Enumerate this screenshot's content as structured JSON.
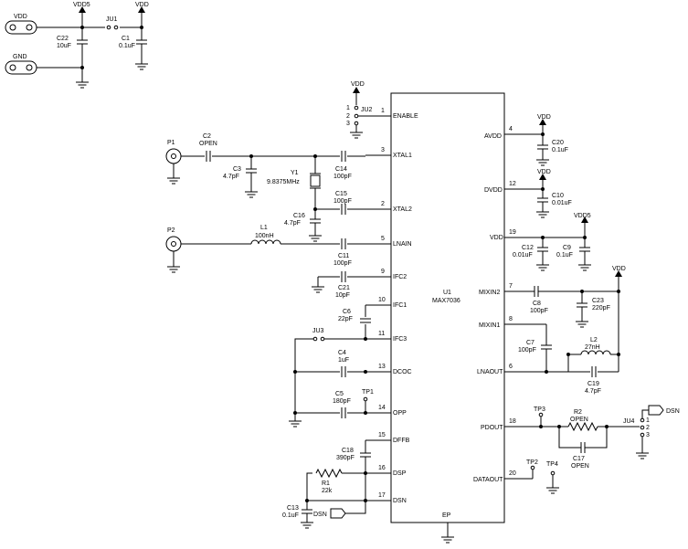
{
  "ic": {
    "ref": "U1",
    "part": "MAX7036",
    "ep": "EP"
  },
  "left_pins": [
    {
      "num": "1",
      "name": "ENABLE"
    },
    {
      "num": "3",
      "name": "XTAL1"
    },
    {
      "num": "2",
      "name": "XTAL2"
    },
    {
      "num": "5",
      "name": "LNAIN"
    },
    {
      "num": "9",
      "name": "IFC2"
    },
    {
      "num": "10",
      "name": "IFC1"
    },
    {
      "num": "11",
      "name": "IFC3"
    },
    {
      "num": "13",
      "name": "DCOC"
    },
    {
      "num": "14",
      "name": "OPP"
    },
    {
      "num": "15",
      "name": "DFFB"
    },
    {
      "num": "16",
      "name": "DSP"
    },
    {
      "num": "17",
      "name": "DSN"
    }
  ],
  "right_pins": [
    {
      "num": "4",
      "name": "AVDD"
    },
    {
      "num": "12",
      "name": "DVDD"
    },
    {
      "num": "19",
      "name": "VDD"
    },
    {
      "num": "7",
      "name": "MIXIN2"
    },
    {
      "num": "8",
      "name": "MIXIN1"
    },
    {
      "num": "6",
      "name": "LNAOUT"
    },
    {
      "num": "18",
      "name": "PDOUT"
    },
    {
      "num": "20",
      "name": "DATAOUT"
    }
  ],
  "power": {
    "vdd": "VDD",
    "vdd5": "VDD5",
    "gnd": "GND"
  },
  "components": {
    "C22": {
      "ref": "C22",
      "val": "10uF"
    },
    "C1": {
      "ref": "C1",
      "val": "0.1uF"
    },
    "C2": {
      "ref": "C2",
      "val": "OPEN"
    },
    "C3": {
      "ref": "C3",
      "val": "4.7pF"
    },
    "Y1": {
      "ref": "Y1",
      "val": "9.8375MHz"
    },
    "C14": {
      "ref": "C14",
      "val": "100pF"
    },
    "C15": {
      "ref": "C15",
      "val": "100pF"
    },
    "C16": {
      "ref": "C16",
      "val": "4.7pF"
    },
    "L1": {
      "ref": "L1",
      "val": "100nH"
    },
    "C11": {
      "ref": "C11",
      "val": "100pF"
    },
    "C21": {
      "ref": "C21",
      "val": "10pF"
    },
    "C6": {
      "ref": "C6",
      "val": "22pF"
    },
    "C4": {
      "ref": "C4",
      "val": "1uF"
    },
    "C5": {
      "ref": "C5",
      "val": "180pF"
    },
    "C18": {
      "ref": "C18",
      "val": "390pF"
    },
    "R1": {
      "ref": "R1",
      "val": "22k"
    },
    "C13": {
      "ref": "C13",
      "val": "0.1uF"
    },
    "C20": {
      "ref": "C20",
      "val": "0.1uF"
    },
    "C10": {
      "ref": "C10",
      "val": "0.01uF"
    },
    "C12": {
      "ref": "C12",
      "val": "0.01uF"
    },
    "C9": {
      "ref": "C9",
      "val": "0.1uF"
    },
    "C8": {
      "ref": "C8",
      "val": "100pF"
    },
    "C23": {
      "ref": "C23",
      "val": "220pF"
    },
    "C7": {
      "ref": "C7",
      "val": "100pF"
    },
    "L2": {
      "ref": "L2",
      "val": "27nH"
    },
    "C19": {
      "ref": "C19",
      "val": "4.7pF"
    },
    "R2": {
      "ref": "R2",
      "val": "OPEN"
    },
    "C17": {
      "ref": "C17",
      "val": "OPEN"
    }
  },
  "jumpers": {
    "ju1": "JU1",
    "ju2": "JU2",
    "ju3": "JU3",
    "ju4": "JU4"
  },
  "jumper_pins": [
    "1",
    "2",
    "3"
  ],
  "connectors": {
    "p1": "P1",
    "p2": "P2"
  },
  "testpoints": {
    "tp1": "TP1",
    "tp2": "TP2",
    "tp3": "TP3",
    "tp4": "TP4"
  },
  "nets": {
    "dsn": "DSN"
  }
}
